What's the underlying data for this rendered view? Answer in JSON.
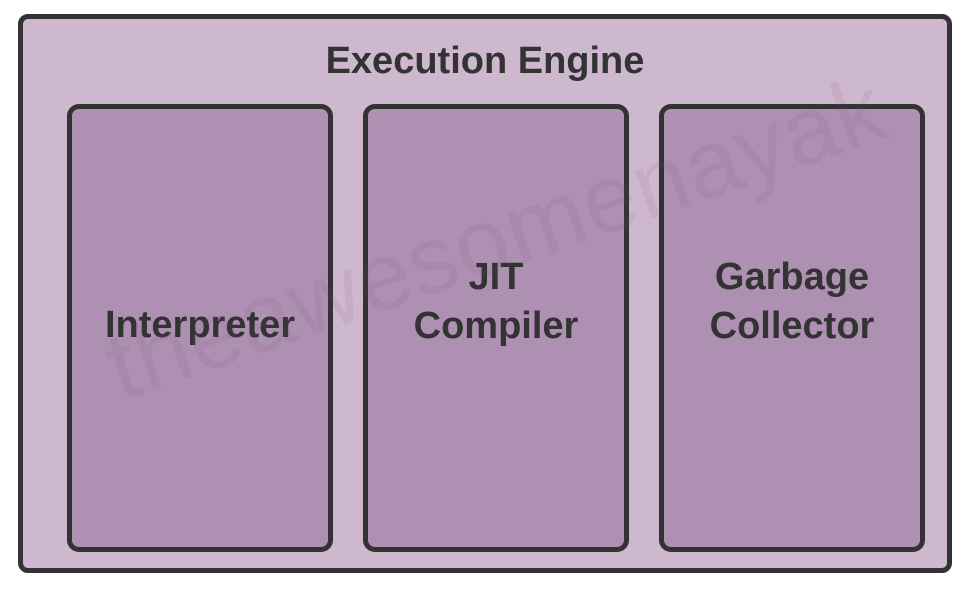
{
  "diagram": {
    "title": "Execution Engine",
    "components": [
      {
        "label": "Interpreter"
      },
      {
        "label": "JIT\nCompiler"
      },
      {
        "label": "Garbage\nCollector"
      }
    ],
    "watermark": "theawesomenayak"
  },
  "colors": {
    "outer_fill": "#ceb8cf",
    "inner_fill": "#ae90b2",
    "border": "#333333",
    "text": "#333333"
  }
}
